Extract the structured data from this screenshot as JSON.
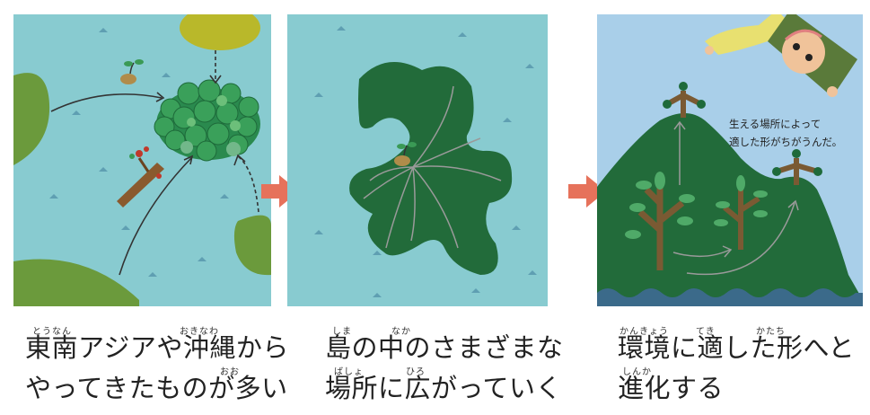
{
  "colors": {
    "sea": "#88cbd0",
    "sky": "#a9cfe9",
    "forest": "#226b3a",
    "coast": "#6b9a3c",
    "arrow": "#e6725b",
    "trunk": "#7a5a33",
    "leaf": "#4faa68"
  },
  "panels": [
    {
      "caption_line1": "東南アジアや沖縄から",
      "caption_line2": "やってきたものが多い",
      "ruby": {
        "tounan": "とうなん",
        "okinawa": "おきなわ",
        "ooi": "おお"
      }
    },
    {
      "caption_line1": "島の中のさまざまな",
      "caption_line2": "場所に広がっていく",
      "ruby": {
        "shima": "しま",
        "naka": "なか",
        "basho": "ばしょ",
        "hiro": "ひろ"
      }
    },
    {
      "caption_line1": "環境に適した形へと",
      "caption_line2": "進化する",
      "ruby": {
        "kankyou": "かんきょう",
        "teki": "てき",
        "katachi": "かたち",
        "shinka": "しんか"
      },
      "speech_line1": "生える場所によって",
      "speech_line2": "適した形がちがうんだ。"
    }
  ],
  "icons": [
    "arrow-right-icon",
    "seedling-icon",
    "forest-island-icon",
    "tree-icon"
  ]
}
